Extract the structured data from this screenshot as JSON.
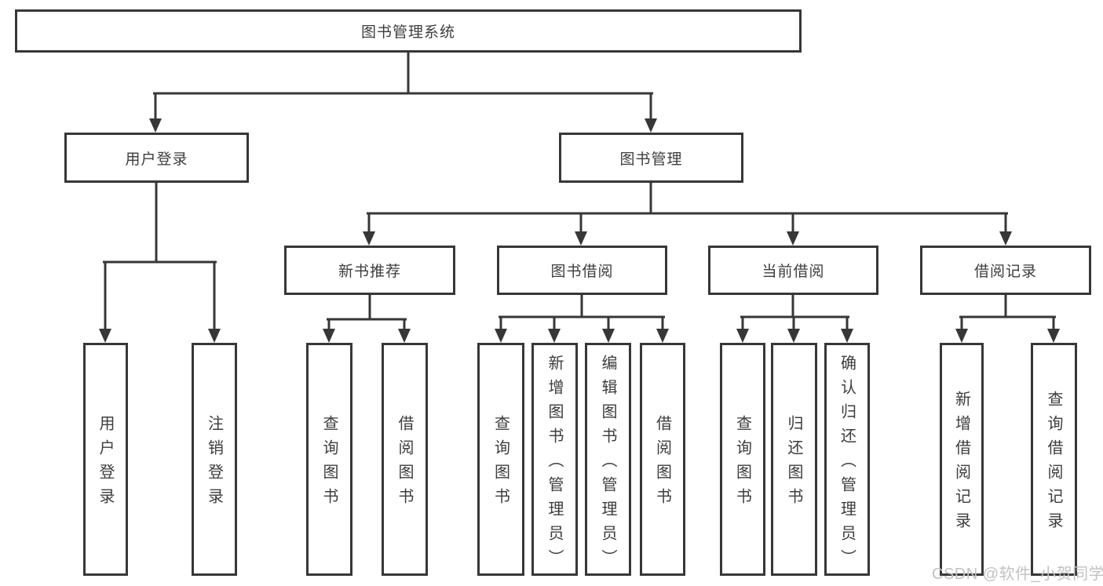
{
  "tree": {
    "root": {
      "label": "图书管理系统"
    },
    "branches": [
      {
        "label": "用户登录",
        "children": [
          {
            "label": "用户登录"
          },
          {
            "label": "注销登录"
          }
        ]
      },
      {
        "label": "图书管理",
        "children": [
          {
            "label": "新书推荐",
            "children": [
              {
                "label": "查询图书"
              },
              {
                "label": "借阅图书"
              }
            ]
          },
          {
            "label": "图书借阅",
            "children": [
              {
                "label": "查询图书"
              },
              {
                "label": "新增图书（管理员）"
              },
              {
                "label": "编辑图书（管理员）"
              },
              {
                "label": "借阅图书"
              }
            ]
          },
          {
            "label": "当前借阅",
            "children": [
              {
                "label": "查询图书"
              },
              {
                "label": "归还图书"
              },
              {
                "label": "确认归还（管理员）"
              }
            ]
          },
          {
            "label": "借阅记录",
            "children": [
              {
                "label": "新增借阅记录"
              },
              {
                "label": "查询借阅记录"
              }
            ]
          }
        ]
      }
    ]
  },
  "watermark": "CSDN @软件_小贺同学",
  "colors": {
    "line": "#373737",
    "text": "#3d3d3d",
    "background": "#ffffff",
    "watermark": "#c2c2c2"
  }
}
